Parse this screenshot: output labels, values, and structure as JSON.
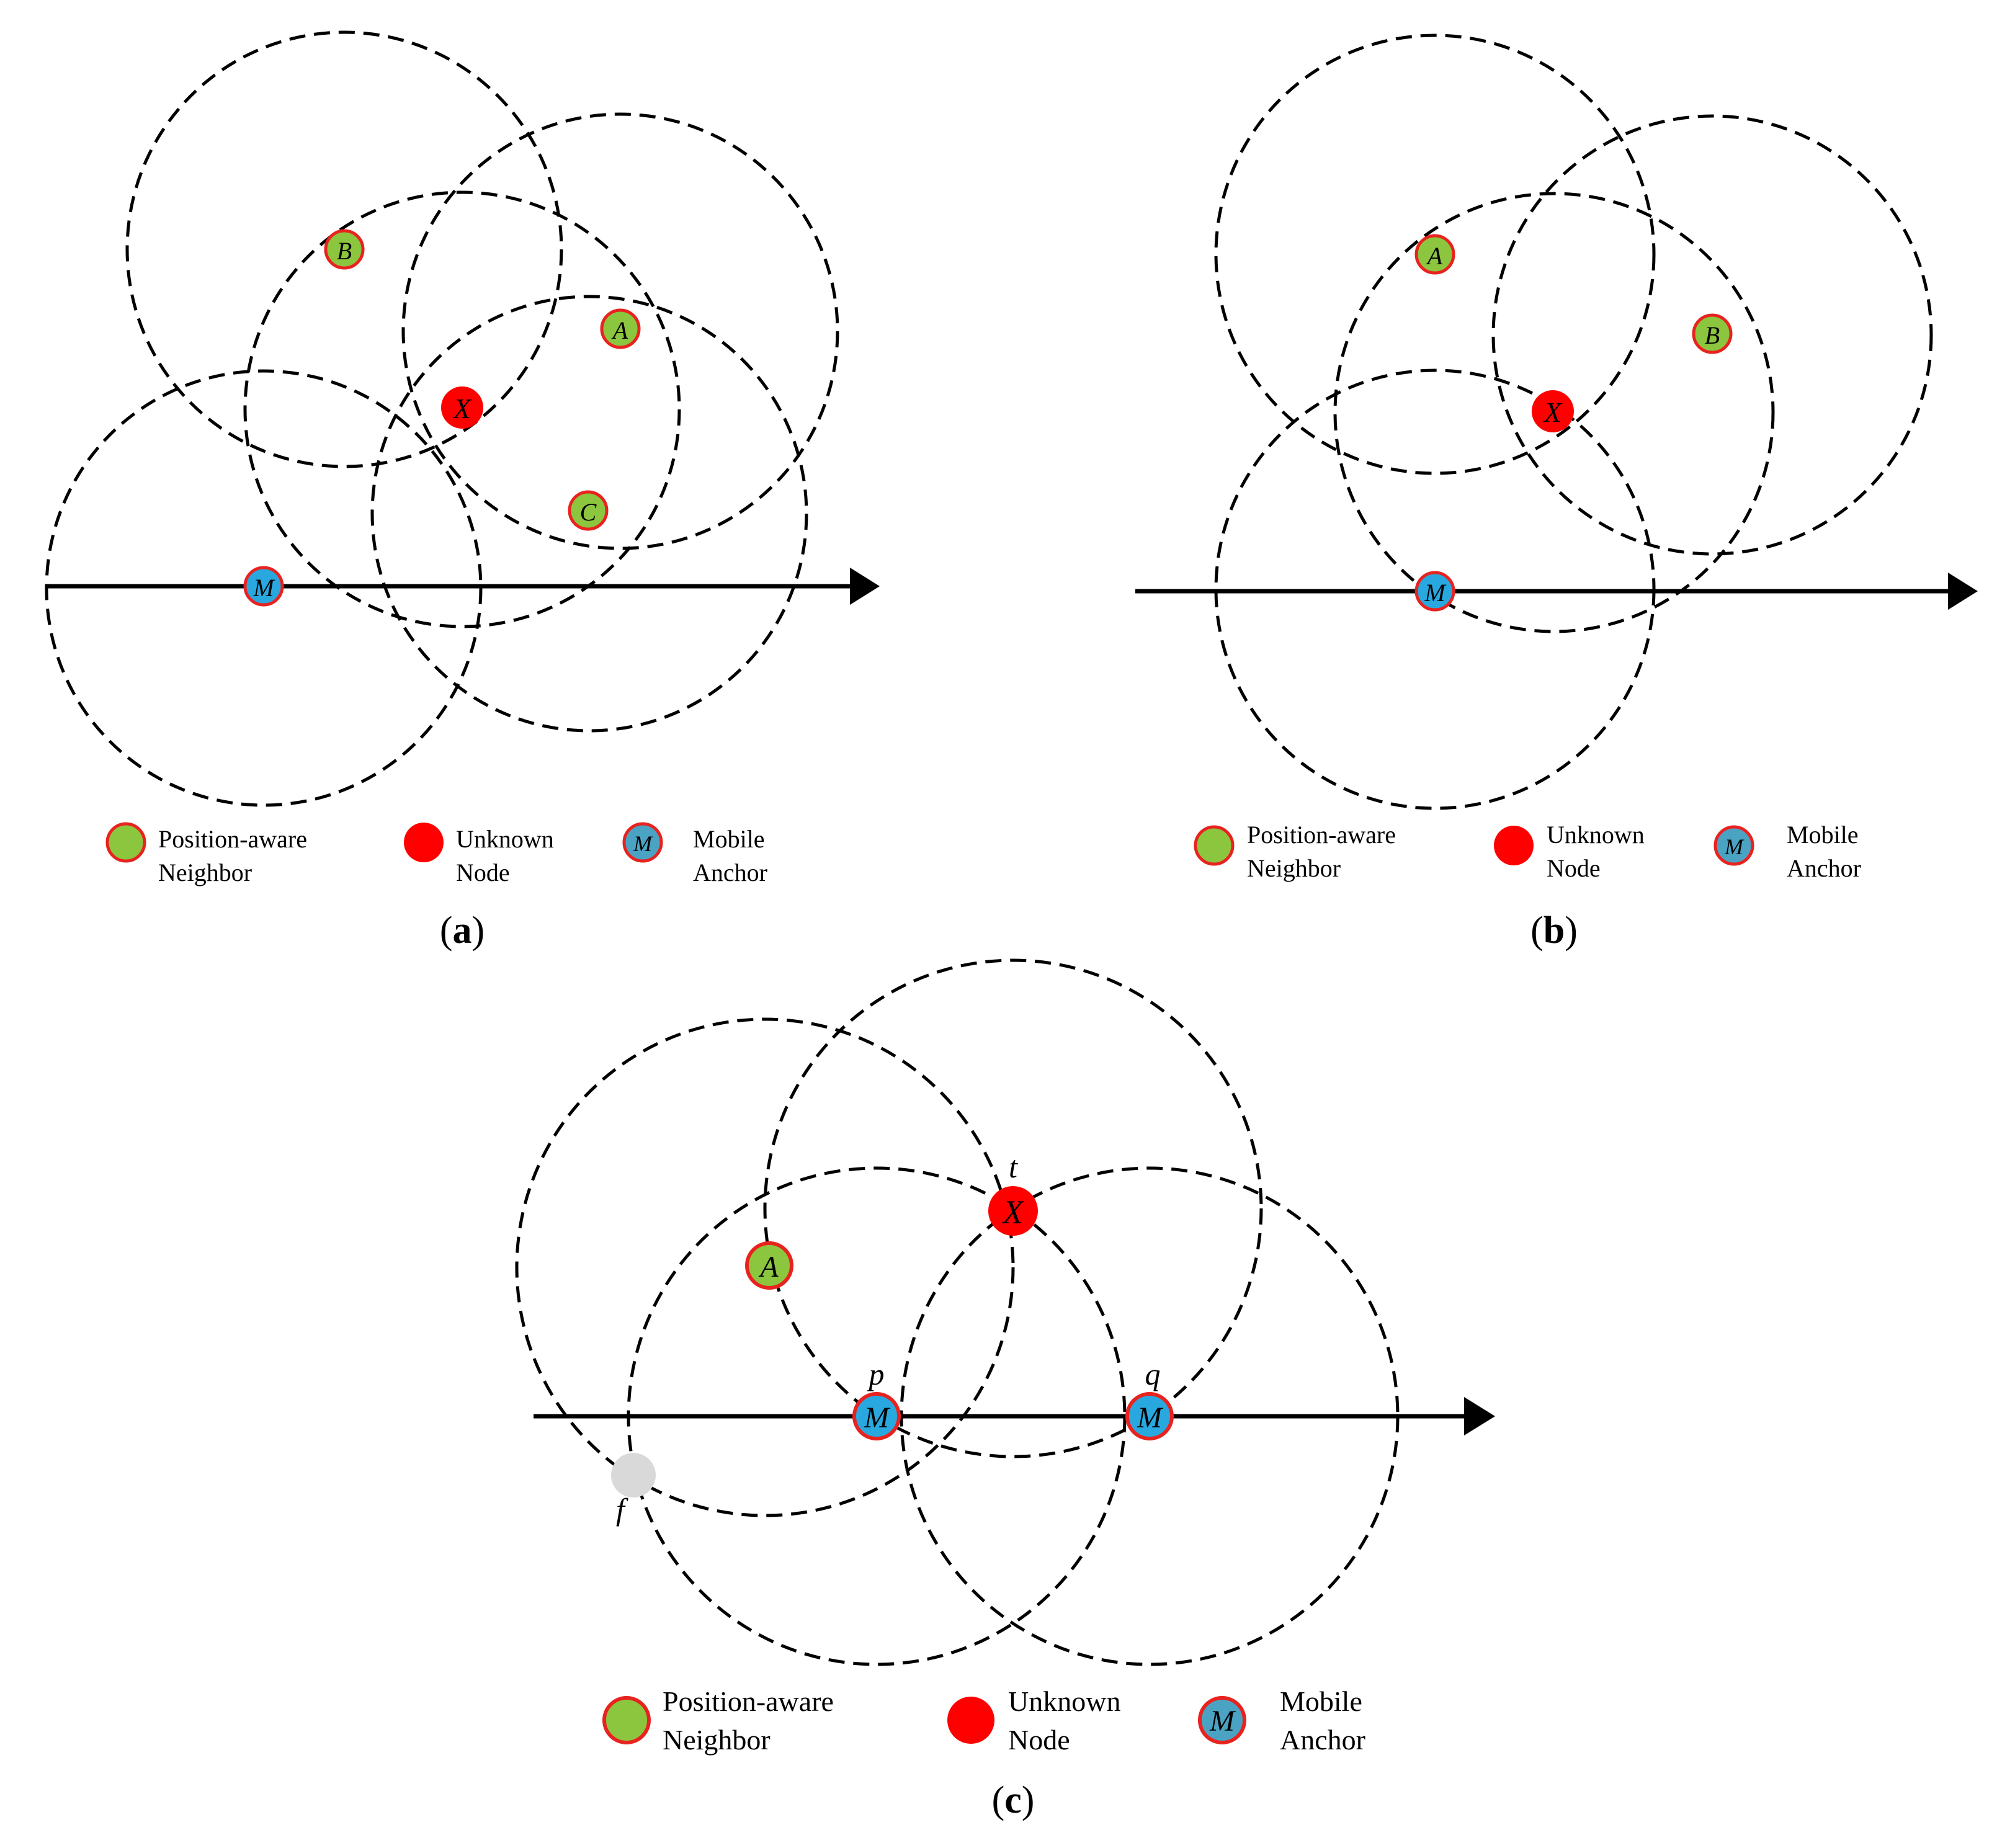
{
  "colors": {
    "neighbor_fill": "#8cc63f",
    "node_border": "#e8231f",
    "unknown_fill": "#ff0000",
    "anchor_fill": "#29a8e0",
    "anchor_legend_fill": "#4ba3c3",
    "grey_point": "#d9d9d9"
  },
  "legend": {
    "neighbor_line1": "Position-aware",
    "neighbor_line2": "Neighbor",
    "unknown_line1": "Unknown",
    "unknown_line2": "Node",
    "anchor_line1": "Mobile",
    "anchor_line2": "Anchor",
    "anchor_symbol": "M"
  },
  "panels": {
    "a": {
      "caption_open": "(",
      "caption_letter": "a",
      "caption_close": ")",
      "labels": {
        "B": "B",
        "A": "A",
        "X": "X",
        "C": "C",
        "M": "M"
      }
    },
    "b": {
      "caption_open": "(",
      "caption_letter": "b",
      "caption_close": ")",
      "labels": {
        "A": "A",
        "B": "B",
        "X": "X",
        "M": "M"
      }
    },
    "c": {
      "caption_open": "(",
      "caption_letter": "c",
      "caption_close": ")",
      "labels": {
        "A": "A",
        "X": "X",
        "M1": "M",
        "M2": "M",
        "t": "t",
        "p": "p",
        "q": "q",
        "f": "f"
      }
    }
  }
}
